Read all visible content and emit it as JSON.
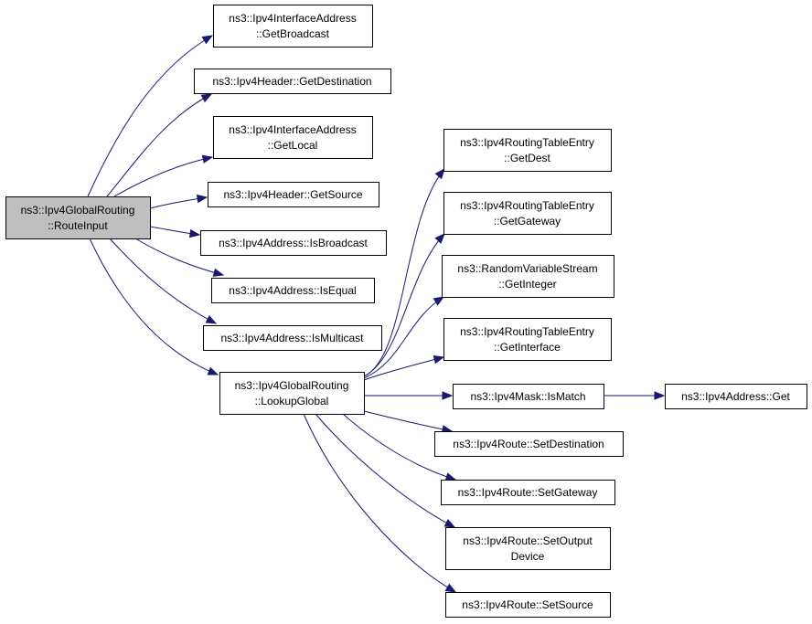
{
  "colors": {
    "edge": "#191970",
    "root_fill": "#bfbfbf",
    "node_fill": "#ffffff",
    "node_border": "#000000"
  },
  "nodes": [
    {
      "id": "route-input",
      "lines": [
        "ns3::Ipv4GlobalRouting",
        "::RouteInput"
      ],
      "highlight": true
    },
    {
      "id": "get-broadcast",
      "lines": [
        "ns3::Ipv4InterfaceAddress",
        "::GetBroadcast"
      ]
    },
    {
      "id": "get-destination",
      "lines": [
        "ns3::Ipv4Header::GetDestination"
      ]
    },
    {
      "id": "get-local",
      "lines": [
        "ns3::Ipv4InterfaceAddress",
        "::GetLocal"
      ]
    },
    {
      "id": "get-source",
      "lines": [
        "ns3::Ipv4Header::GetSource"
      ]
    },
    {
      "id": "is-broadcast",
      "lines": [
        "ns3::Ipv4Address::IsBroadcast"
      ]
    },
    {
      "id": "is-equal",
      "lines": [
        "ns3::Ipv4Address::IsEqual"
      ]
    },
    {
      "id": "is-multicast",
      "lines": [
        "ns3::Ipv4Address::IsMulticast"
      ]
    },
    {
      "id": "lookup-global",
      "lines": [
        "ns3::Ipv4GlobalRouting",
        "::LookupGlobal"
      ]
    },
    {
      "id": "get-dest",
      "lines": [
        "ns3::Ipv4RoutingTableEntry",
        "::GetDest"
      ]
    },
    {
      "id": "get-gateway",
      "lines": [
        "ns3::Ipv4RoutingTableEntry",
        "::GetGateway"
      ]
    },
    {
      "id": "get-integer",
      "lines": [
        "ns3::RandomVariableStream",
        "::GetInteger"
      ]
    },
    {
      "id": "get-interface",
      "lines": [
        "ns3::Ipv4RoutingTableEntry",
        "::GetInterface"
      ]
    },
    {
      "id": "is-match",
      "lines": [
        "ns3::Ipv4Mask::IsMatch"
      ]
    },
    {
      "id": "address-get",
      "lines": [
        "ns3::Ipv4Address::Get"
      ]
    },
    {
      "id": "set-destination",
      "lines": [
        "ns3::Ipv4Route::SetDestination"
      ]
    },
    {
      "id": "set-gateway",
      "lines": [
        "ns3::Ipv4Route::SetGateway"
      ]
    },
    {
      "id": "set-output-device",
      "lines": [
        "ns3::Ipv4Route::SetOutput",
        "Device"
      ]
    },
    {
      "id": "set-source",
      "lines": [
        "ns3::Ipv4Route::SetSource"
      ]
    }
  ],
  "edges": [
    {
      "from": "route-input",
      "to": "get-broadcast"
    },
    {
      "from": "route-input",
      "to": "get-destination"
    },
    {
      "from": "route-input",
      "to": "get-local"
    },
    {
      "from": "route-input",
      "to": "get-source"
    },
    {
      "from": "route-input",
      "to": "is-broadcast"
    },
    {
      "from": "route-input",
      "to": "is-equal"
    },
    {
      "from": "route-input",
      "to": "is-multicast"
    },
    {
      "from": "route-input",
      "to": "lookup-global"
    },
    {
      "from": "lookup-global",
      "to": "get-dest"
    },
    {
      "from": "lookup-global",
      "to": "get-gateway"
    },
    {
      "from": "lookup-global",
      "to": "get-integer"
    },
    {
      "from": "lookup-global",
      "to": "get-interface"
    },
    {
      "from": "lookup-global",
      "to": "is-match"
    },
    {
      "from": "lookup-global",
      "to": "set-destination"
    },
    {
      "from": "lookup-global",
      "to": "set-gateway"
    },
    {
      "from": "lookup-global",
      "to": "set-output-device"
    },
    {
      "from": "lookup-global",
      "to": "set-source"
    },
    {
      "from": "is-match",
      "to": "address-get"
    }
  ]
}
